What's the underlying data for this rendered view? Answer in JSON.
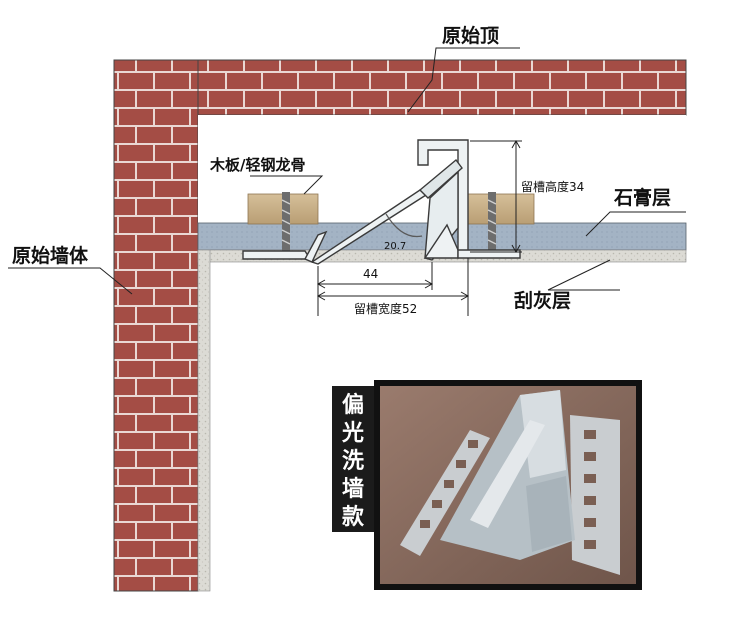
{
  "labels": {
    "original_ceiling": "原始顶",
    "original_wall": "原始墙体",
    "wood_keel": "木板/轻钢龙骨",
    "gypsum_layer": "石膏层",
    "plaster_layer": "刮灰层",
    "slot_height": "留槽高度34",
    "slot_width": "留槽宽度52",
    "dim_44": "44",
    "dim_20_7": "20.7"
  },
  "photo_caption": [
    "偏",
    "光",
    "洗",
    "墙",
    "款"
  ],
  "colors": {
    "brick": "#a44d45",
    "mortar": "#e9d7d3",
    "gypsum": "#9fb1c4",
    "plaster": "#d9d8d2",
    "wood": "#c8b08a",
    "profile": "#eef2f3",
    "caption_bg": "#1b1b1b",
    "photo_bg": "#8c6f62"
  }
}
